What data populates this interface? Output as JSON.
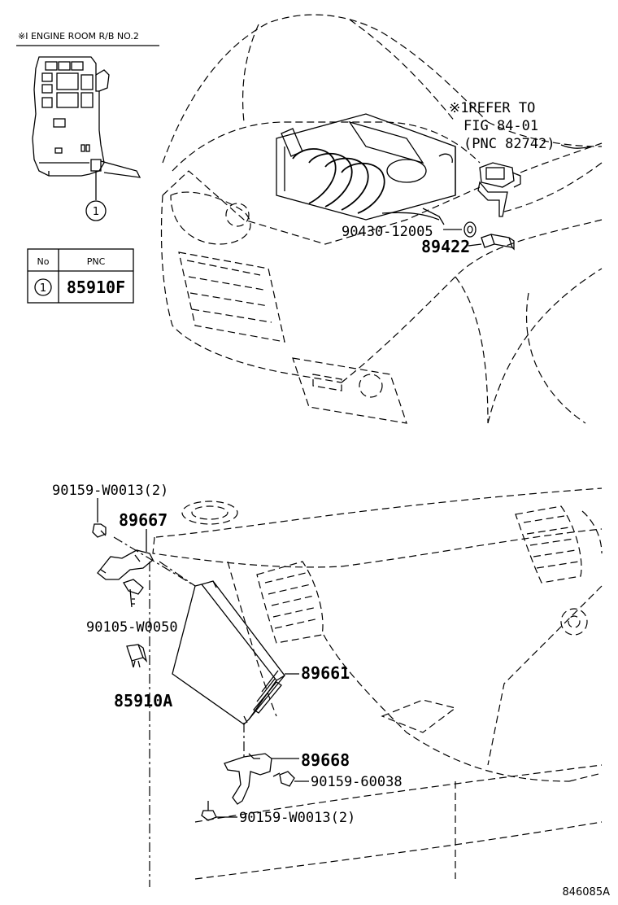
{
  "inset": {
    "title": "※I ENGINE ROOM R/B NO.2",
    "callout_no": "1",
    "table_header_no": "No",
    "table_header_pnc": "PNC",
    "table_row_no": "1",
    "table_row_pnc": "85910F"
  },
  "refer_note": {
    "line1": "※1REFER TO",
    "line2": "FIG 84-01",
    "line3": "(PNC 82742)"
  },
  "parts_top": {
    "gasket": "90430-12005",
    "sensor": "89422"
  },
  "parts_bottom": {
    "screw_top": "90159-W0013(2)",
    "bracket_top": "89667",
    "bolt": "90105-W0050",
    "relay": "85910A",
    "ecu": "89661",
    "bracket_bottom": "89668",
    "screw_right": "90159-60038",
    "screw_bottom": "90159-W0013(2)"
  },
  "figure_id": "846085A"
}
